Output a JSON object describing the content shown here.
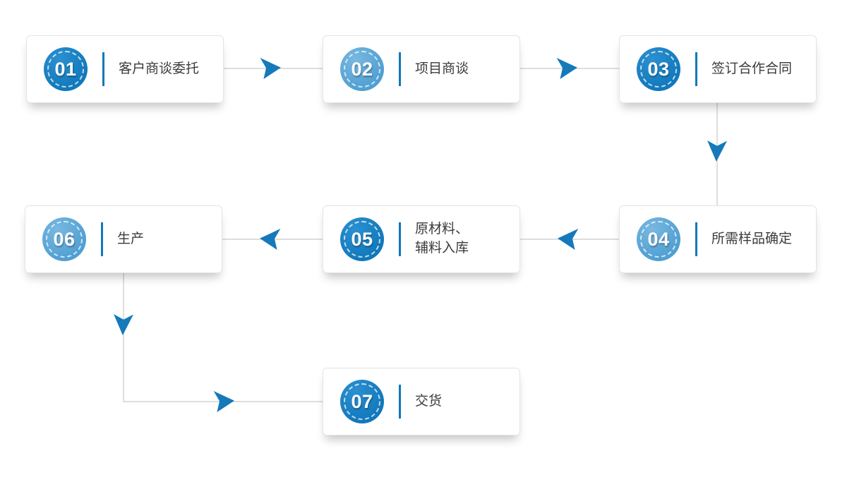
{
  "diagram": {
    "type": "flowchart",
    "steps": [
      {
        "number": "01",
        "label": "客户商谈委托",
        "variant": "dark"
      },
      {
        "number": "02",
        "label": "项目商谈",
        "variant": "light"
      },
      {
        "number": "03",
        "label": "签订合作合同",
        "variant": "dark"
      },
      {
        "number": "04",
        "label": "所需样品确定",
        "variant": "light"
      },
      {
        "number": "05",
        "label": "原材料、\n辅料入库",
        "variant": "dark"
      },
      {
        "number": "06",
        "label": "生产",
        "variant": "light"
      },
      {
        "number": "07",
        "label": "交货",
        "variant": "dark"
      }
    ],
    "connections": [
      {
        "from": "01",
        "to": "02",
        "direction": "right"
      },
      {
        "from": "02",
        "to": "03",
        "direction": "right"
      },
      {
        "from": "03",
        "to": "04",
        "direction": "down"
      },
      {
        "from": "04",
        "to": "05",
        "direction": "left"
      },
      {
        "from": "05",
        "to": "06",
        "direction": "left"
      },
      {
        "from": "06",
        "to": "07",
        "direction": "down-then-right"
      }
    ],
    "colors": {
      "circle_dark": "#1178bc",
      "circle_light": "#4f9fd2",
      "arrow": "#1579ba",
      "divider": "#0e79b9",
      "connector_line": "#dedede",
      "label_text": "#3b3b3b",
      "box_background": "#ffffff",
      "box_border": "#e4e4e4",
      "page_background": "#ffffff"
    }
  }
}
